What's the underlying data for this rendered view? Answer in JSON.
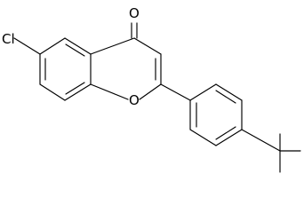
{
  "structure": {
    "atoms": {
      "chlorine": "Cl",
      "carbonyl_oxygen": "O",
      "ring_oxygen": "O"
    },
    "colors": {
      "bond": "#000000",
      "label": "#000000",
      "background": "#ffffff"
    }
  }
}
